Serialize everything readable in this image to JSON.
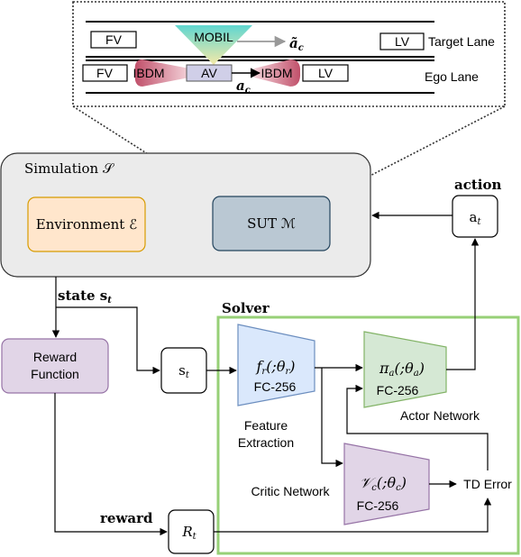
{
  "scenario": {
    "vehicles": {
      "target_fv": "FV",
      "target_lv": "LV",
      "ego_fv": "FV",
      "ego_av": "AV",
      "ego_lv": "LV"
    },
    "models": {
      "mobil": "MOBIL",
      "idm_rear": "IBDM",
      "idm_front": "IBDM"
    },
    "actions": {
      "lane_change": "ã",
      "lane_change_sub": "c",
      "accel": "a",
      "accel_sub": "c"
    },
    "lanes": {
      "target": "Target Lane",
      "ego": "Ego Lane"
    }
  },
  "simulation": {
    "title": "Simulation 𝒮",
    "environment": "Environment ℰ",
    "sut": "SUT ℳ"
  },
  "action_node": {
    "label": "action",
    "symbol": "a",
    "sub": "t"
  },
  "state_flow": {
    "label": "state s",
    "sub": "t",
    "node_symbol": "s",
    "node_sub": "t"
  },
  "reward_function": {
    "line1": "Reward",
    "line2": "Function"
  },
  "reward_flow": {
    "label": "reward",
    "node_symbol": "R",
    "node_sub": "t"
  },
  "solver": {
    "title": "Solver",
    "feature_fn": "f",
    "feature_fn_sub": "r",
    "feature_param": "θ",
    "feature_param_sub": "r",
    "feature_fc": "FC-256",
    "feature_caption_1": "Feature",
    "feature_caption_2": "Extraction",
    "actor_fn": "π",
    "actor_fn_sub": "a",
    "actor_param": "θ",
    "actor_param_sub": "a",
    "actor_fc": "FC-256",
    "actor_caption": "Actor Network",
    "critic_fn": "𝒱",
    "critic_fn_sub": "c",
    "critic_param": "θ",
    "critic_param_sub": "c",
    "critic_fc": "FC-256",
    "critic_caption": "Critic Network",
    "td_error": "TD Error"
  },
  "colors": {
    "simulation_bg": "#ebebeb",
    "environment_fill": "#ffe6cc",
    "environment_stroke": "#d79b00",
    "sut_fill": "#bac8d3",
    "sut_stroke": "#23445d",
    "reward_fn_fill": "#e1d5e7",
    "reward_fn_stroke": "#9673a6",
    "solver_border": "#97d077",
    "feature_fill": "#dae8fc",
    "feature_stroke": "#6c8ebf",
    "actor_fill": "#d5e8d4",
    "actor_stroke": "#82b366",
    "critic_fill": "#e1d5e7",
    "critic_stroke": "#9673a6",
    "idm_fill": "#c0506a",
    "mobil_fill": "#60d6d0"
  }
}
